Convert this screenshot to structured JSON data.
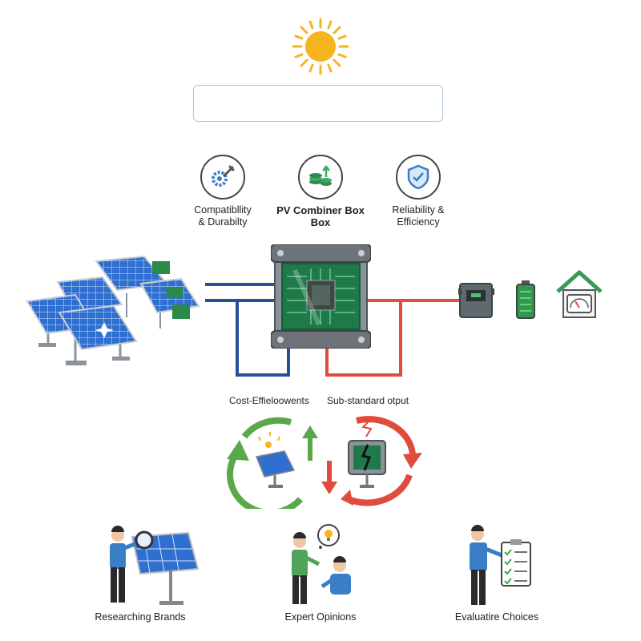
{
  "title_box": "",
  "features": [
    {
      "icon": "gear-wrench-icon",
      "label_line1": "Compatibllity",
      "label_line2": "& Durabilty"
    },
    {
      "icon": "coins-arrow-icon",
      "label_line1": "PV Combiner Box",
      "label_line2": "Box"
    },
    {
      "icon": "shield-check-icon",
      "label_line1": "Reliability &",
      "label_line2": "Efficiency"
    }
  ],
  "cycle_labels": {
    "left": "Cost-Effieloowents",
    "right": "Sub-standard otput"
  },
  "bottom_items": [
    {
      "label": "Researching Brands"
    },
    {
      "label": "Expert Opinions"
    },
    {
      "label": "Evaluatire Choices"
    }
  ],
  "colors": {
    "blue_wire": "#27509a",
    "red_wire": "#e04b3c",
    "green_arrow": "#5aa84a",
    "red_arrow": "#e04b3c",
    "sun": "#f6b41e",
    "panel_blue": "#2f6fd0",
    "chip_green": "#1f7a4a"
  }
}
